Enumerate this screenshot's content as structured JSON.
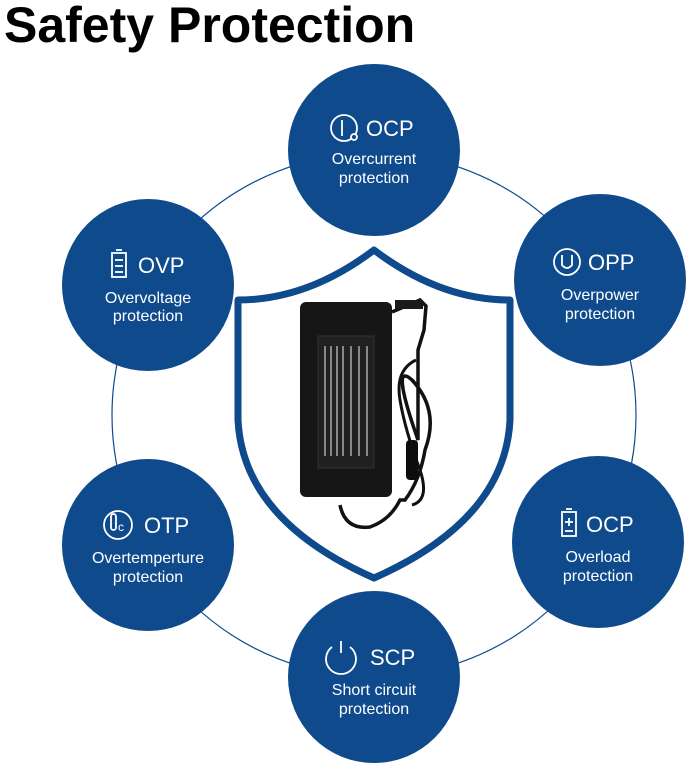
{
  "title": "Safety Protection",
  "accent_color": "#0e4a8c",
  "features": [
    {
      "abbr": "OCP",
      "line1": "Overcurrent",
      "line2": "protection",
      "icon": "current-meter-icon"
    },
    {
      "abbr": "OPP",
      "line1": "Overpower",
      "line2": "protection",
      "icon": "power-u-icon"
    },
    {
      "abbr": "OCP",
      "line1": "Overload",
      "line2": "protection",
      "icon": "battery-plus-icon"
    },
    {
      "abbr": "SCP",
      "line1": "Short circuit",
      "line2": "protection",
      "icon": "power-button-icon"
    },
    {
      "abbr": "OTP",
      "line1": "Overtemperture",
      "line2": "protection",
      "icon": "thermometer-icon"
    },
    {
      "abbr": "OVP",
      "line1": "Overvoltage",
      "line2": "protection",
      "icon": "battery-level-icon"
    }
  ]
}
